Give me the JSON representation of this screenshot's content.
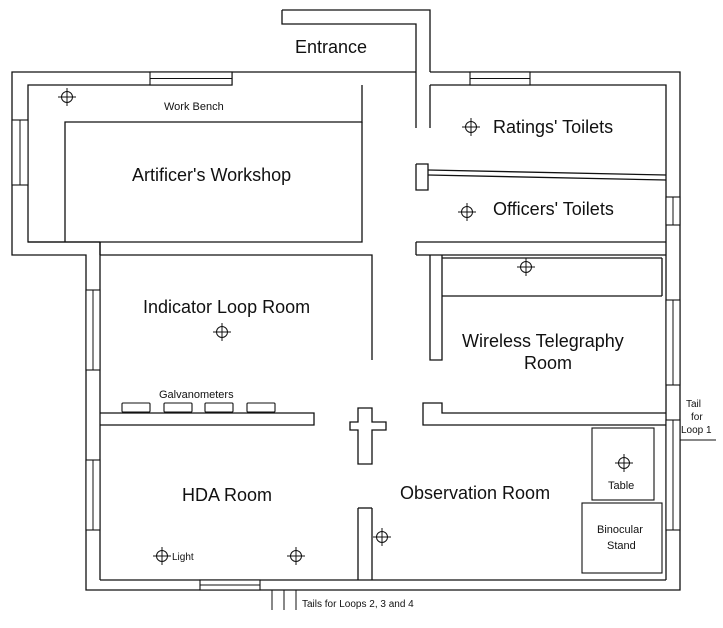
{
  "labels": {
    "entrance": "Entrance",
    "work_bench": "Work Bench",
    "artificers_workshop": "Artificer's Workshop",
    "ratings_toilets": "Ratings' Toilets",
    "officers_toilets": "Officers' Toilets",
    "indicator_loop_room": "Indicator Loop Room",
    "wireless_line1": "Wireless Telegraphy",
    "wireless_line2": "Room",
    "galvanometers": "Galvanometers",
    "hda_room": "HDA Room",
    "observation_room": "Observation Room",
    "table": "Table",
    "binocular_line1": "Binocular",
    "binocular_line2": "Stand",
    "light": "Light",
    "tail_line1": "Tail",
    "tail_line2": "for",
    "tail_line3": "Loop 1",
    "tails_loops": "Tails for Loops 2, 3 and 4"
  },
  "lights_count": 9,
  "galvanometers_count": 4
}
